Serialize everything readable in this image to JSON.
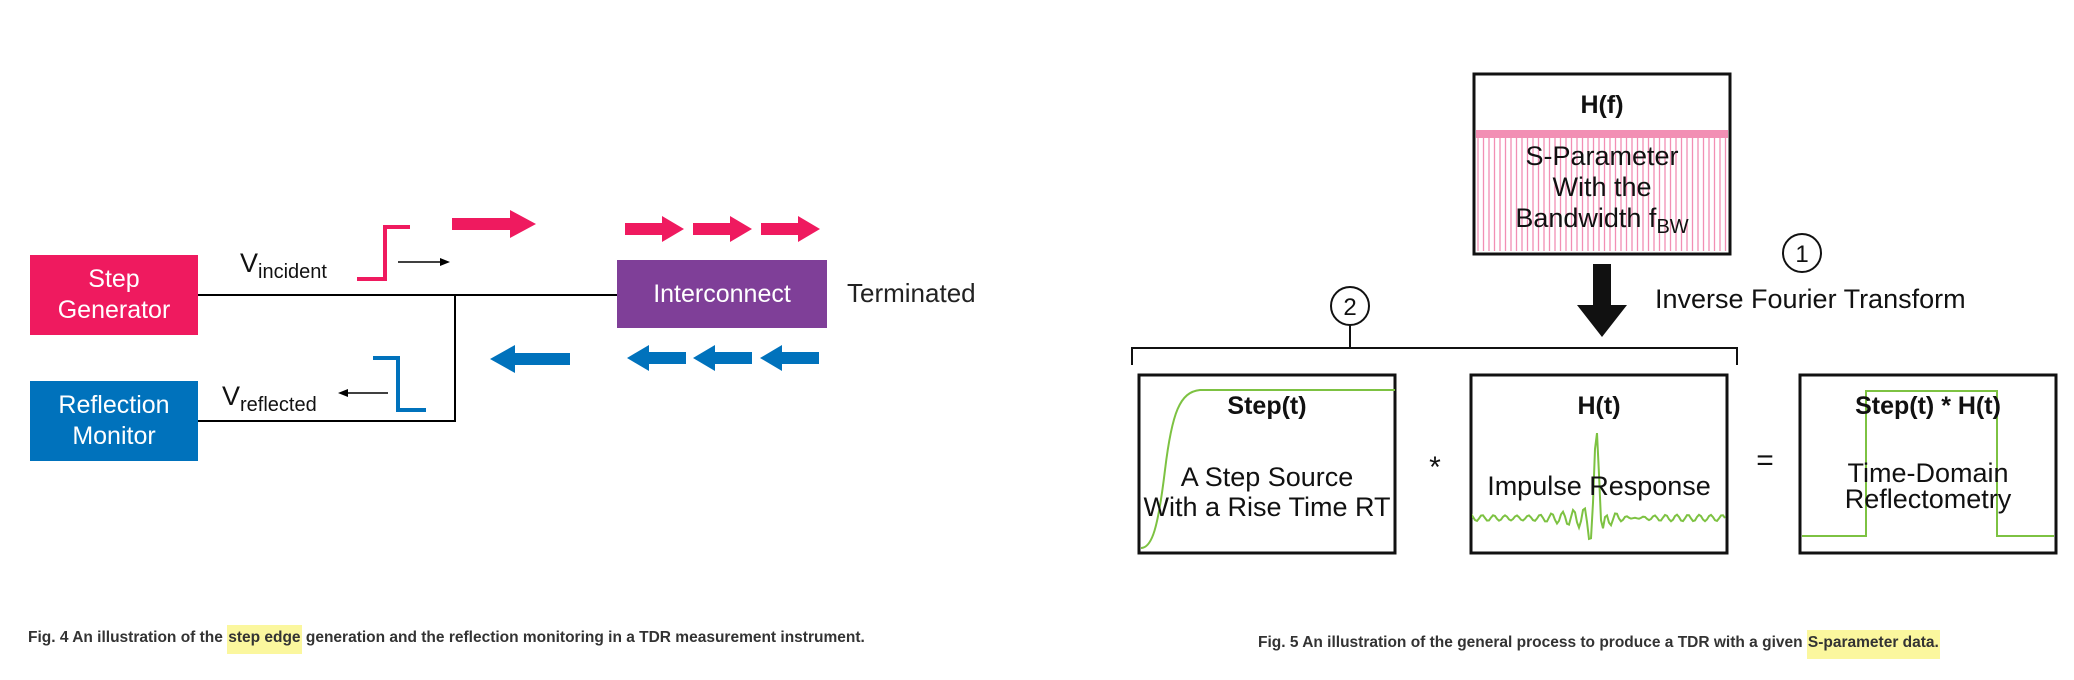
{
  "fig4": {
    "step_generator": [
      "Step",
      "Generator"
    ],
    "reflection_monitor": [
      "Reflection",
      "Monitor"
    ],
    "v_incident": {
      "main": "V",
      "sub": "incident"
    },
    "v_reflected": {
      "main": "V",
      "sub": "reflected"
    },
    "interconnect": "Interconnect",
    "terminated": "Terminated",
    "caption": {
      "pre": "Fig. 4  An illustration of the ",
      "highlight": "step edge",
      "post": " generation and the reflection monitoring in a TDR measurement instrument."
    }
  },
  "fig5": {
    "hf_box": {
      "title": "H(f)",
      "lines": [
        "S-Parameter",
        "With the"
      ],
      "bandwidth_prefix": "Bandwidth f",
      "bandwidth_sub": "BW"
    },
    "marker_1": "1",
    "marker_2": "2",
    "transform": "Inverse Fourier Transform",
    "step_box": {
      "title": "Step(t)",
      "lines": [
        "A Step Source",
        "With a Rise Time RT"
      ]
    },
    "ht_box": {
      "title": "H(t)",
      "lines": [
        "Impulse Response"
      ]
    },
    "result_box": {
      "title": "Step(t) * H(t)",
      "lines": [
        "Time-Domain",
        "Reflectometry"
      ]
    },
    "convolve_op": "*",
    "equals_op": "=",
    "caption": {
      "pre": "Fig. 5  An illustration of the general process to produce a TDR with a given ",
      "highlight": "S-parameter data."
    }
  },
  "colors": {
    "pink": "#ef1a5f",
    "blue": "#0072bc",
    "purple": "#7f3f98",
    "green": "#7dc242",
    "stripe": "#f28fb4"
  }
}
